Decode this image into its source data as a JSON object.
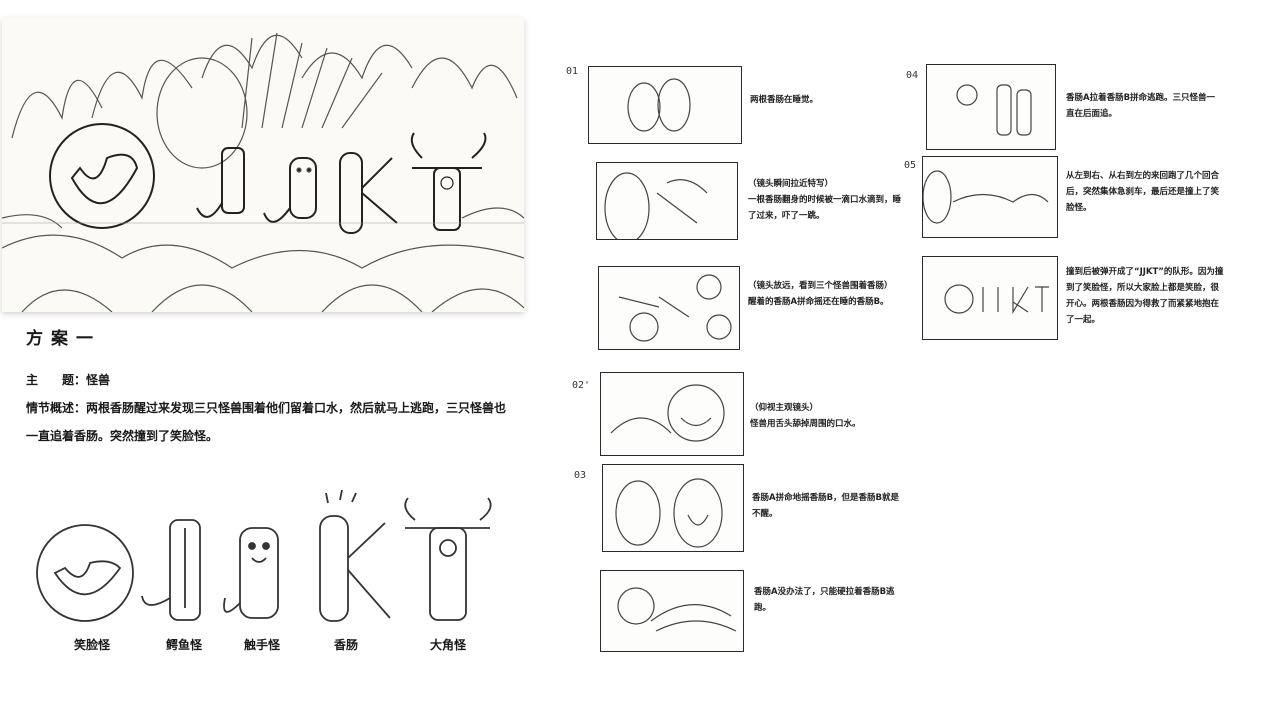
{
  "plan": {
    "title": "方案一",
    "theme_label": "主　　题：",
    "theme_value": "怪兽",
    "synopsis_label": "情节概述：",
    "synopsis_text": "两根香肠醒过来发现三只怪兽围着他们留着口水，然后就马上逃跑，三只怪兽也一直追着香肠。突然撞到了笑脸怪。"
  },
  "monsters": {
    "labels": [
      "笑脸怪",
      "鳄鱼怪",
      "触手怪",
      "香肠",
      "大角怪"
    ],
    "letters": [
      "O",
      "J",
      "J",
      "K",
      "T"
    ]
  },
  "storyboard": {
    "left": [
      {
        "num": "01",
        "caption": "两根香肠在睡觉。"
      },
      {
        "num": "",
        "caption": "（镜头瞬间拉近特写）\n一根香肠翻身的时候被一滴口水滴到，睡了过来，吓了一跳。"
      },
      {
        "num": "",
        "caption": "（镜头放远，看到三个怪兽围着香肠）醒着的香肠A拼命摇还在睡的香肠B。"
      },
      {
        "num": "02'",
        "caption": "（仰视主观镜头）\n怪兽用舌头舔掉周围的口水。"
      },
      {
        "num": "03",
        "caption": "香肠A拼命地摇香肠B，但是香肠B就是不醒。"
      },
      {
        "num": "",
        "caption": "香肠A没办法了，只能硬拉着香肠B逃跑。"
      }
    ],
    "right": [
      {
        "num": "04",
        "caption": "香肠A拉着香肠B拼命逃跑。三只怪兽一直在后面追。"
      },
      {
        "num": "05",
        "caption": "从左到右、从右到左的来回跑了几个回合后，突然集体急刹车，最后还是撞上了笑脸怪。"
      },
      {
        "num": "",
        "caption": "撞到后被弹开成了“JJKT”的队形。因为撞到了笑脸怪，所以大家脸上都是笑脸，很开心。两根香肠因为得救了而紧紧地抱在了一起。"
      }
    ]
  }
}
